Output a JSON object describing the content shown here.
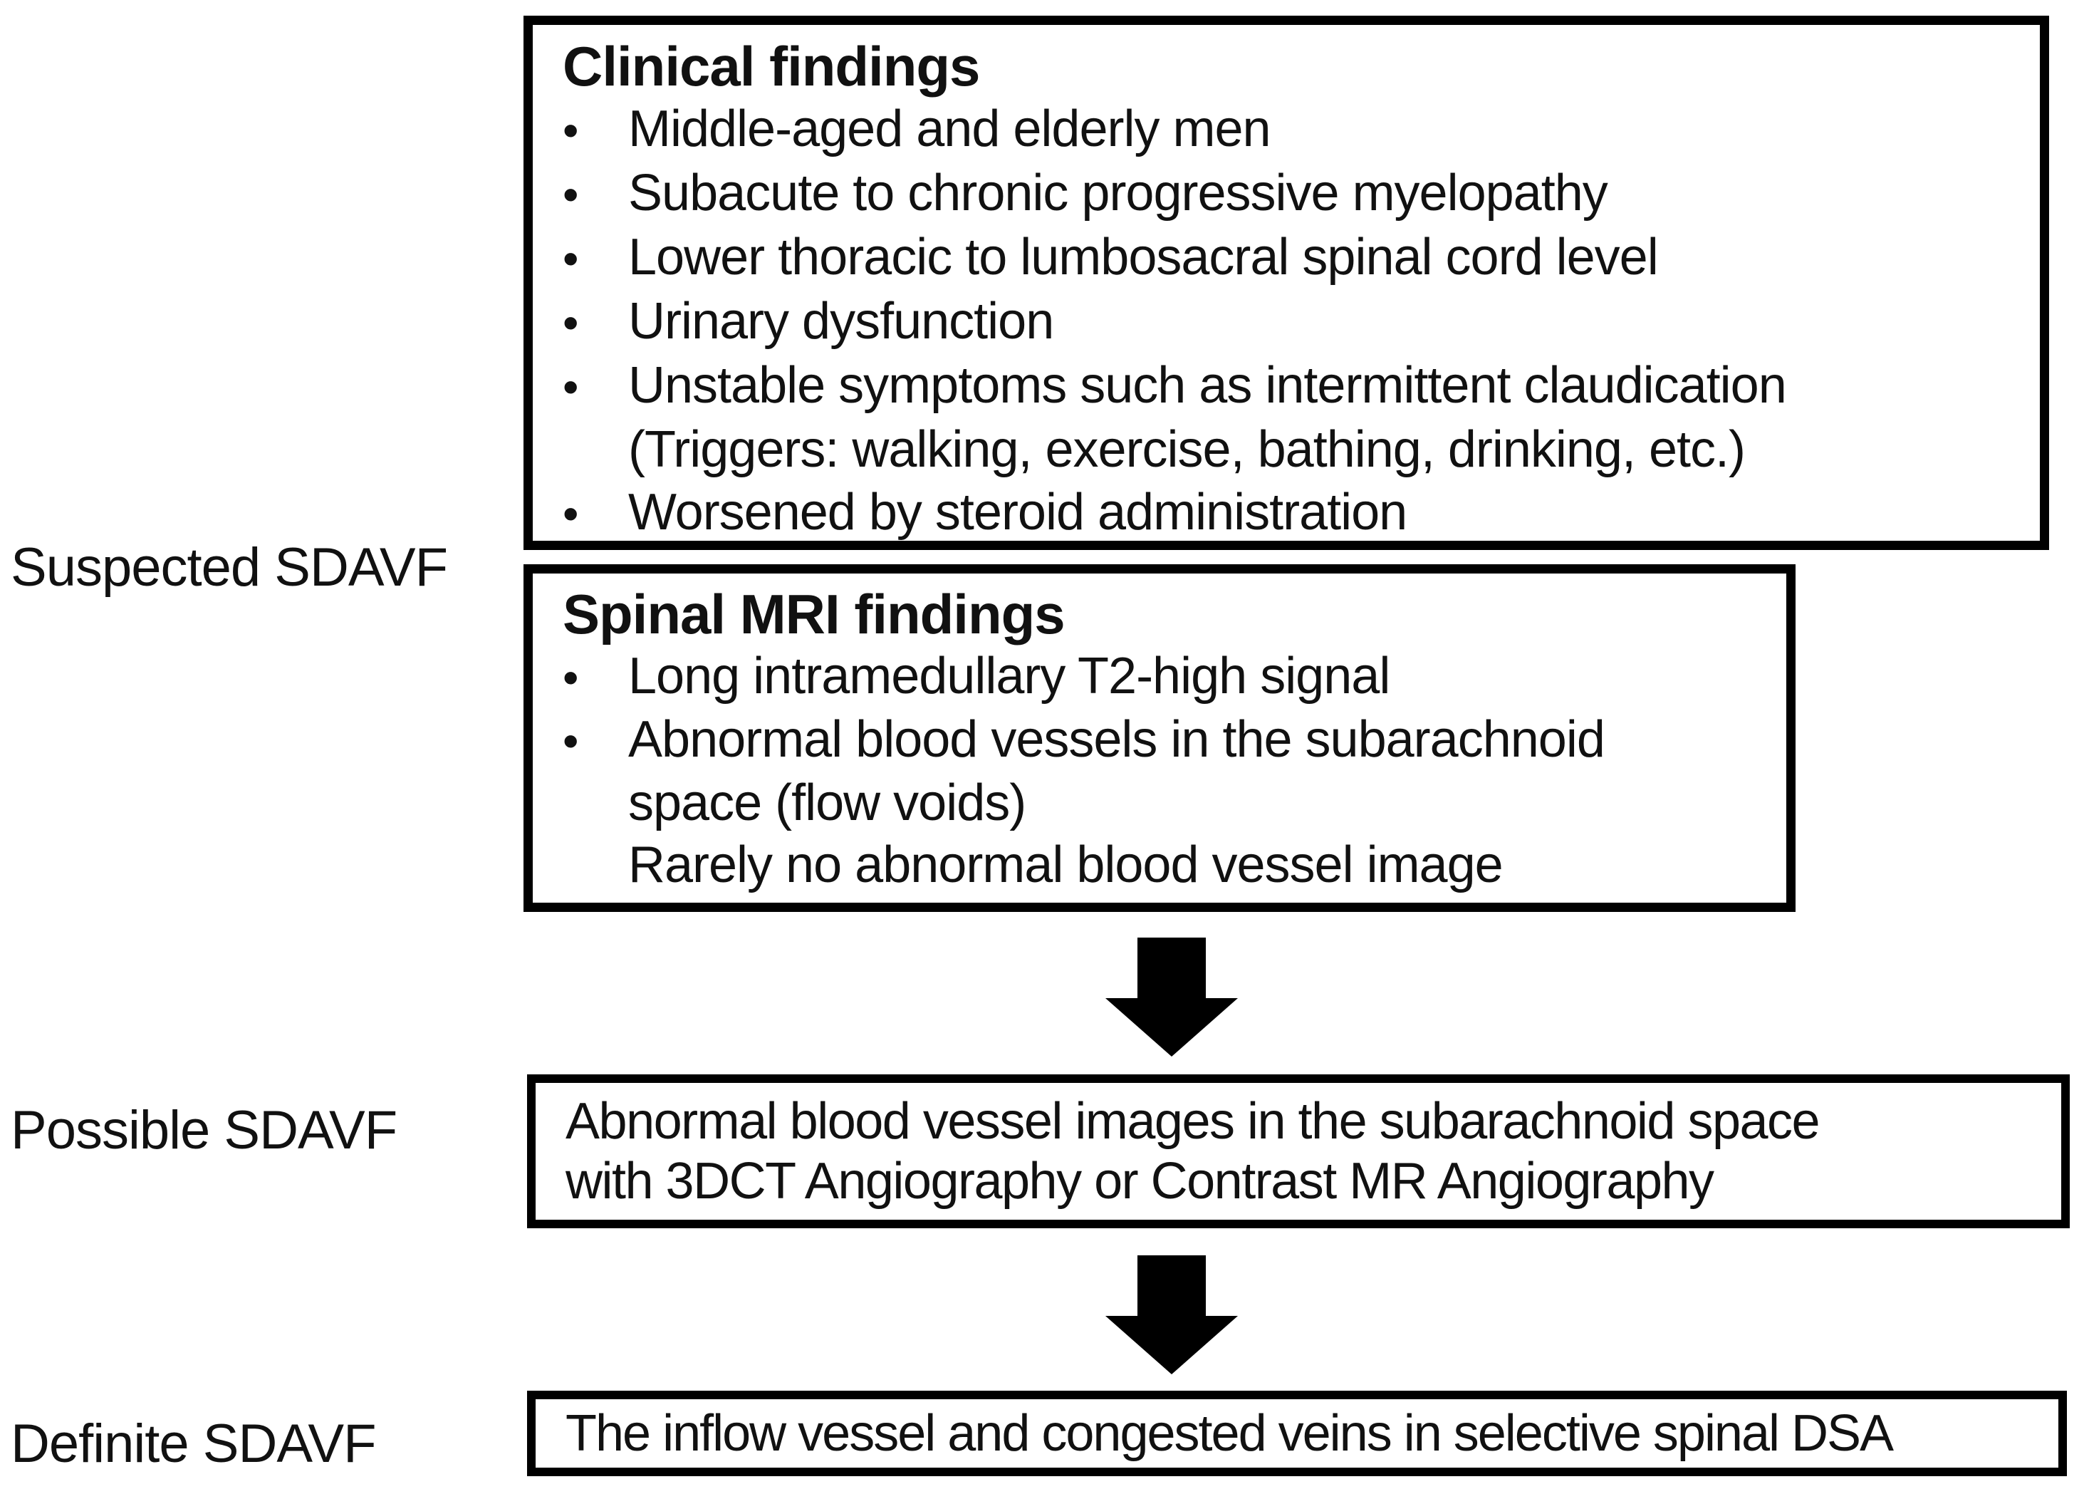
{
  "diagram_type": "flowchart",
  "colors": {
    "background": "#ffffff",
    "border": "#000000",
    "text": "#111111",
    "arrow": "#000000"
  },
  "glyphs": {
    "bullet": "•"
  },
  "stage_labels": {
    "suspected": "Suspected SDAVF",
    "possible": "Possible SDAVF",
    "definite": "Definite SDAVF"
  },
  "clinical_box": {
    "title": "Clinical findings",
    "lines": [
      {
        "bullet": true,
        "text": "Middle-aged and elderly men"
      },
      {
        "bullet": true,
        "text": "Subacute to chronic progressive myelopathy"
      },
      {
        "bullet": true,
        "text": "Lower thoracic to lumbosacral spinal cord level"
      },
      {
        "bullet": true,
        "text": "Urinary dysfunction"
      },
      {
        "bullet": true,
        "text": "Unstable symptoms such as intermittent claudication"
      },
      {
        "bullet": false,
        "text": "(Triggers: walking, exercise, bathing, drinking, etc.)"
      },
      {
        "bullet": true,
        "text": "Worsened by steroid administration"
      }
    ]
  },
  "mri_box": {
    "title": "Spinal MRI findings",
    "lines": [
      {
        "bullet": true,
        "text": "Long intramedullary T2-high signal"
      },
      {
        "bullet": true,
        "text": "Abnormal blood vessels in the subarachnoid"
      },
      {
        "bullet": false,
        "text": "space (flow voids)"
      },
      {
        "bullet": false,
        "text": "Rarely no abnormal blood vessel image"
      }
    ]
  },
  "possible_box": {
    "lines": [
      "Abnormal blood vessel images in the subarachnoid space",
      "with 3DCT Angiography or Contrast MR Angiography"
    ]
  },
  "definite_box": {
    "text": "The inflow vessel and congested veins in selective spinal DSA"
  }
}
